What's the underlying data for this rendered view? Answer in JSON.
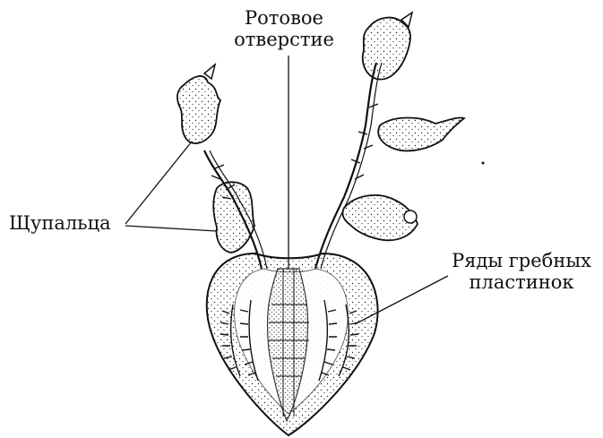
{
  "labels": {
    "mouth": [
      "Ротовое",
      "отверстие"
    ],
    "tentacles": "Щупальца",
    "comb_rows": [
      "Ряды гребных",
      "пластинок"
    ]
  },
  "colors": {
    "ink": "#111111",
    "paper": "#ffffff"
  }
}
